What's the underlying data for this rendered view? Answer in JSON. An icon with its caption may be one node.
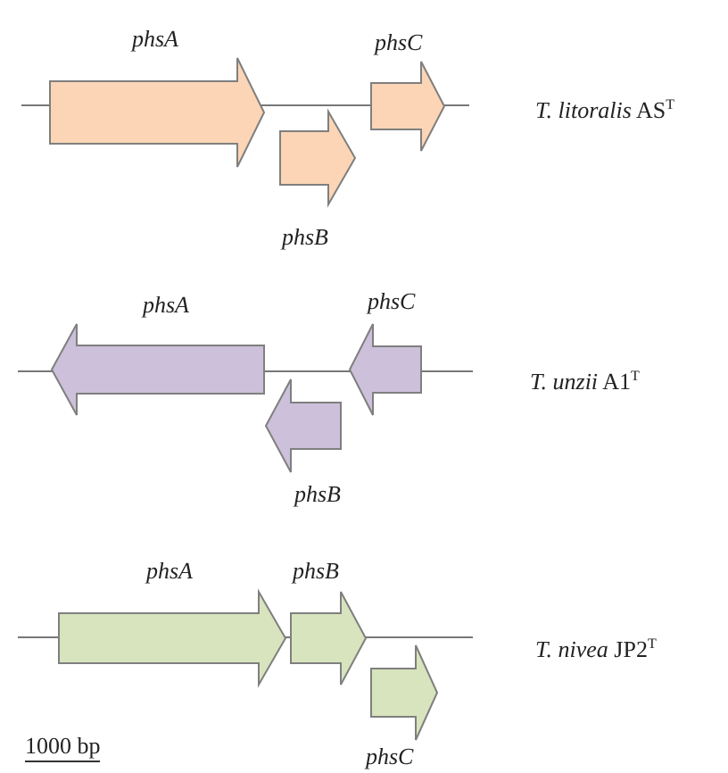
{
  "diagram": {
    "nodes": [
      {
        "text": [
          "phsA"
        ]
      },
      {
        "text": [
          "phsB"
        ]
      },
      {
        "text": [
          "phsC"
        ]
      },
      {
        "text": [
          "phsA"
        ]
      },
      {
        "text": [
          "phsB"
        ]
      },
      {
        "text": [
          "phsC"
        ]
      },
      {
        "text": [
          "phsA"
        ]
      },
      {
        "text": [
          "phsB"
        ]
      },
      {
        "text": [
          "phsC"
        ]
      }
    ],
    "labels": [
      "*T. litoralis* AS$^{T}$",
      "*T. unzii* A1$^{T}$",
      "*T. nivea* JP2$^{T}$",
      "1000 bp"
    ]
  }
}
